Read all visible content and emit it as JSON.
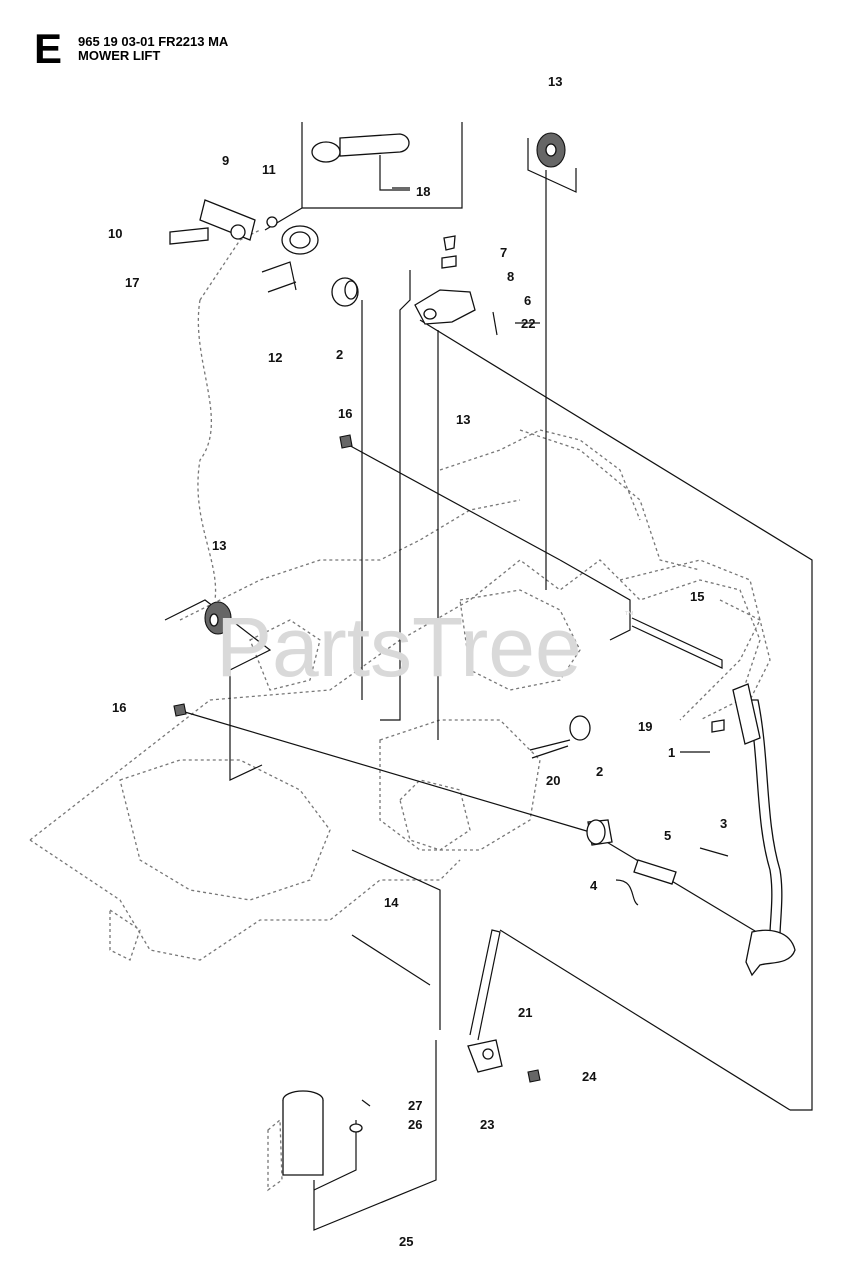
{
  "header": {
    "section_letter": "E",
    "part_code": "965 19 03-01 FR2213 MA",
    "title": "MOWER LIFT"
  },
  "watermark": {
    "text": "PartsTree",
    "mark": "™"
  },
  "callouts": {
    "c13_top": "13",
    "c9": "9",
    "c11": "11",
    "c18": "18",
    "c10": "10",
    "c17": "17",
    "c7": "7",
    "c8": "8",
    "c6": "6",
    "c22": "22",
    "c2_upper": "2",
    "c12": "12",
    "c16_upper": "16",
    "c13_mid": "13",
    "c15": "15",
    "c13_left": "13",
    "c16_lower": "16",
    "c19": "19",
    "c1": "1",
    "c20": "20",
    "c2_lower": "2",
    "c5": "5",
    "c3": "3",
    "c4": "4",
    "c14": "14",
    "c21": "21",
    "c24": "24",
    "c27": "27",
    "c26": "26",
    "c23": "23",
    "c25": "25"
  }
}
